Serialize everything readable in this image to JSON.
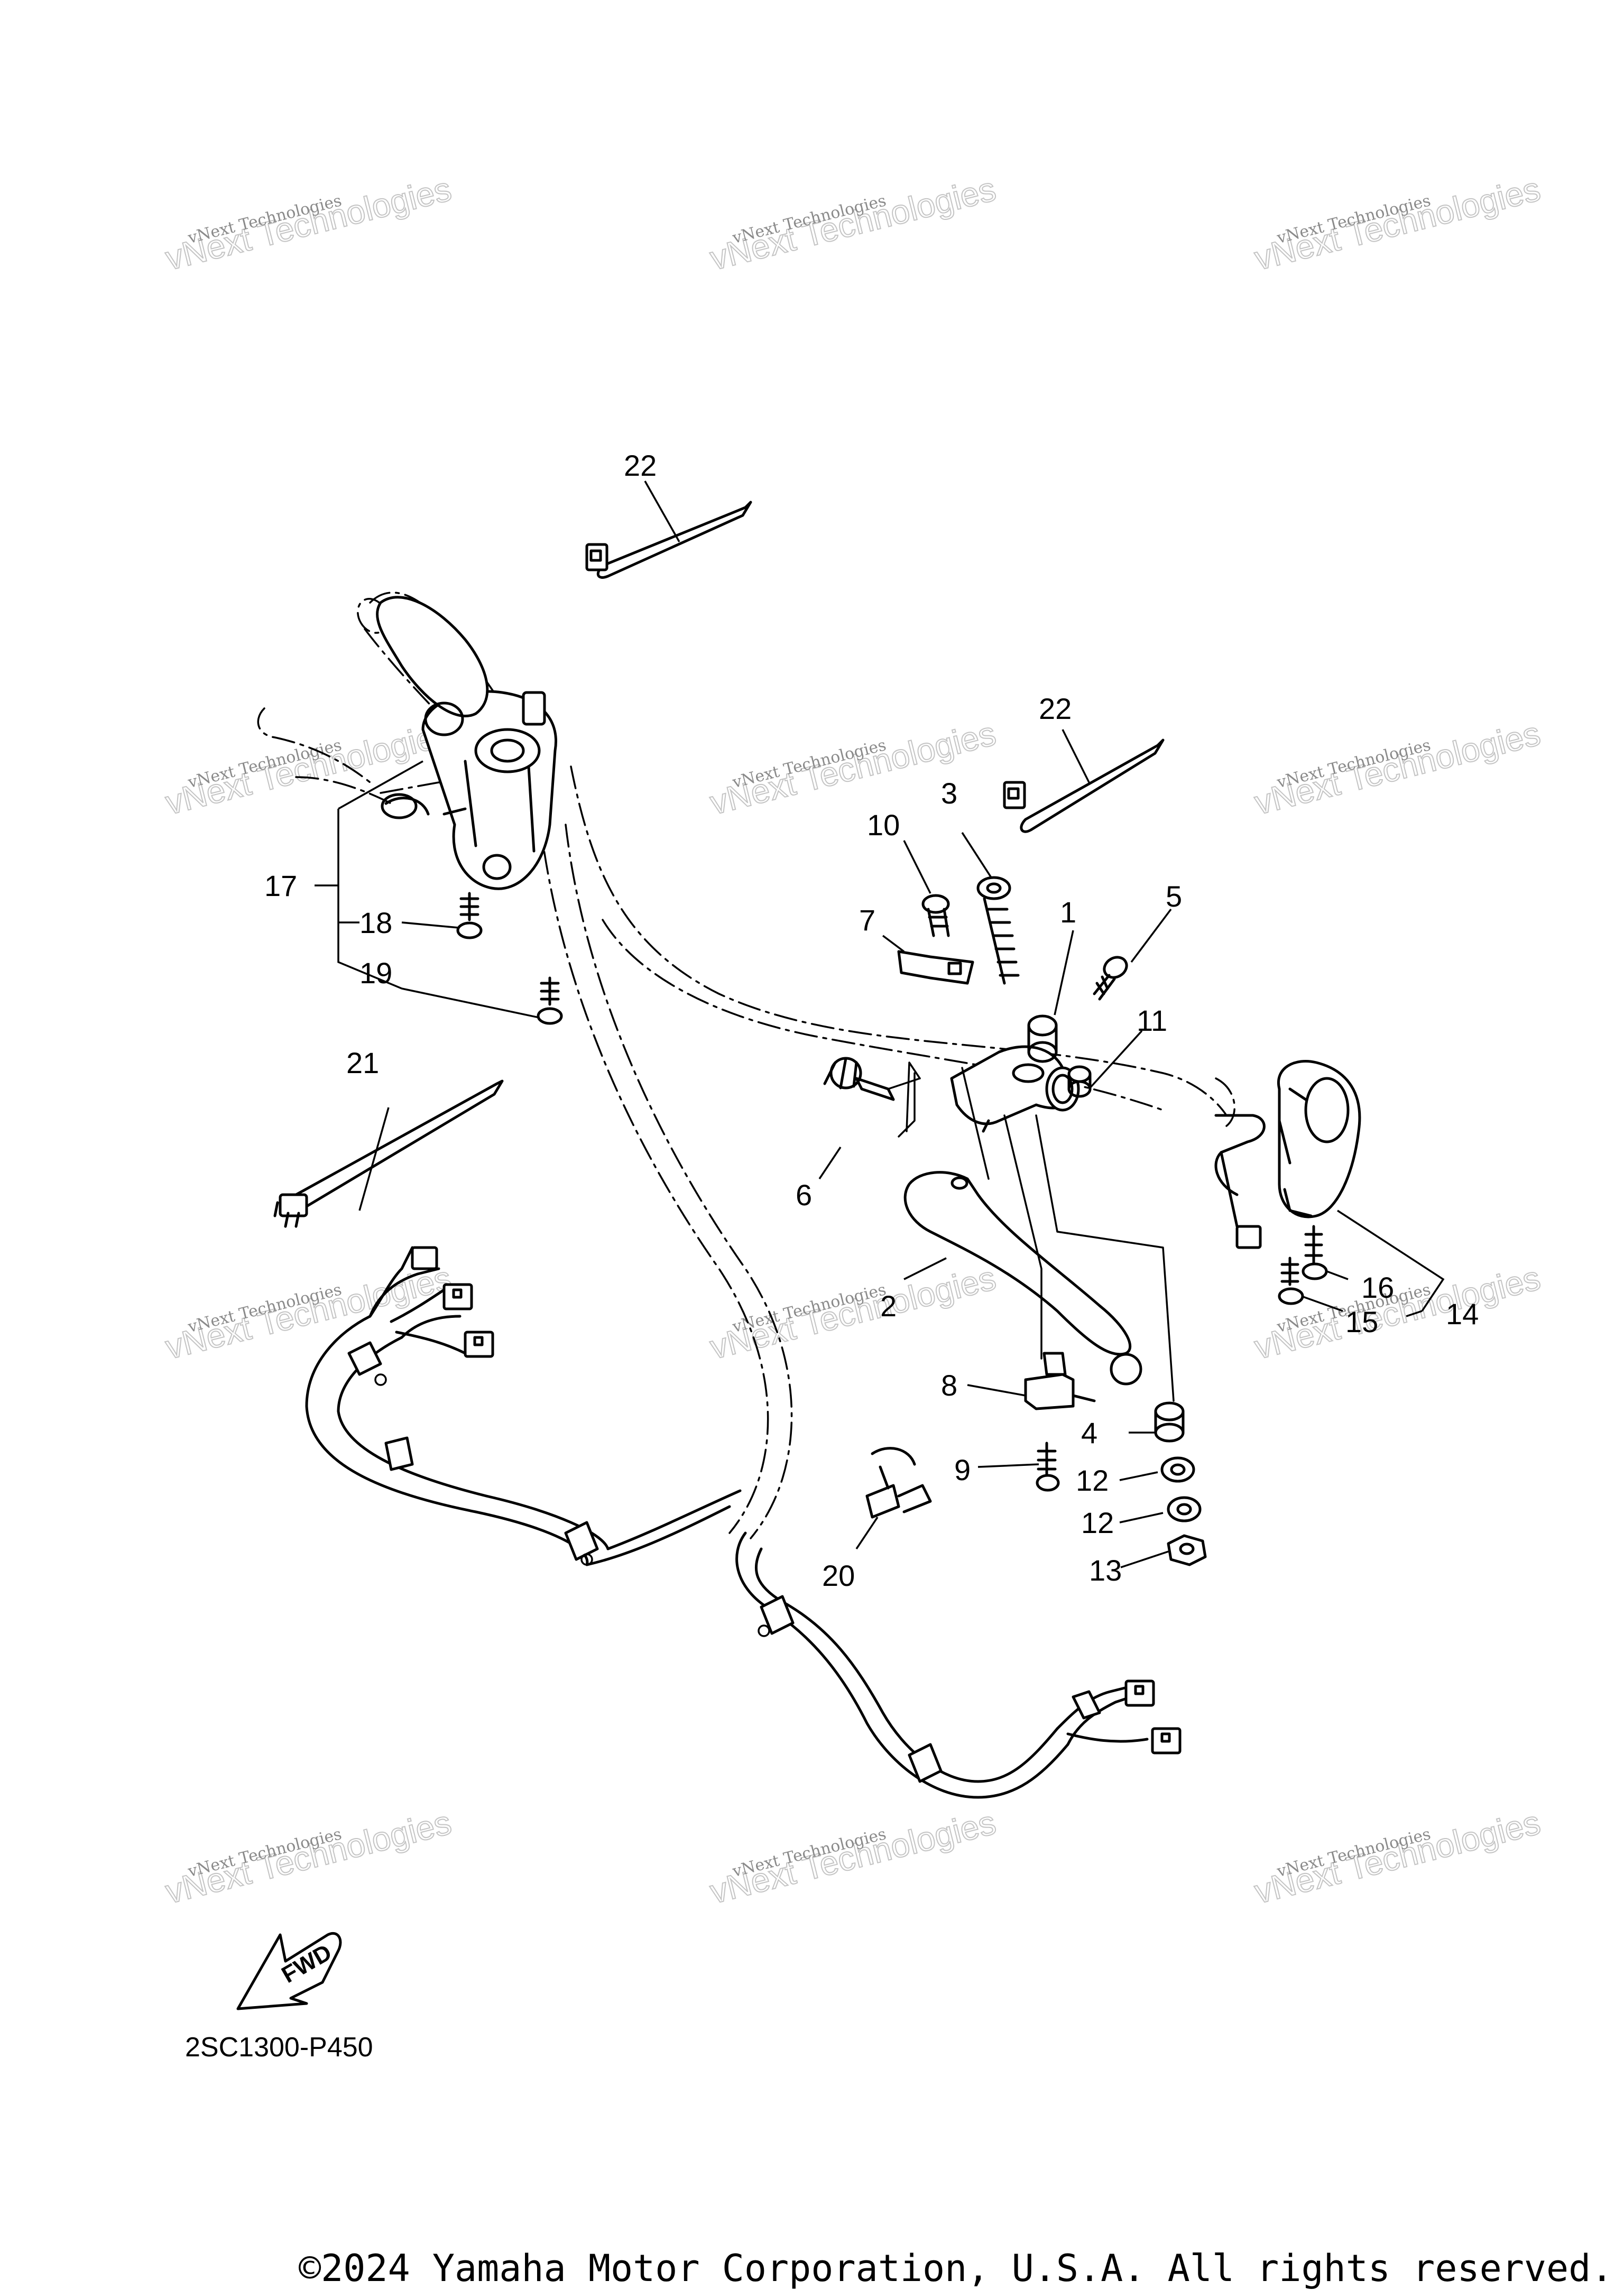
{
  "diagram": {
    "code": "2SC1300-P450",
    "fwd_label": "FWD",
    "copyright": "©2024 Yamaha Motor Corporation, U.S.A. All rights reserved.",
    "watermark": {
      "line1": "vNext Technologies",
      "line2": "vNext Technologies"
    },
    "callouts": {
      "c1": "1",
      "c2": "2",
      "c3": "3",
      "c4": "4",
      "c5": "5",
      "c6": "6",
      "c7": "7",
      "c8": "8",
      "c9": "9",
      "c10": "10",
      "c11": "11",
      "c12a": "12",
      "c12b": "12",
      "c13": "13",
      "c14": "14",
      "c15": "15",
      "c16": "16",
      "c17": "17",
      "c18": "18",
      "c19": "19",
      "c20": "20",
      "c21": "21",
      "c22a": "22",
      "c22b": "22"
    }
  }
}
